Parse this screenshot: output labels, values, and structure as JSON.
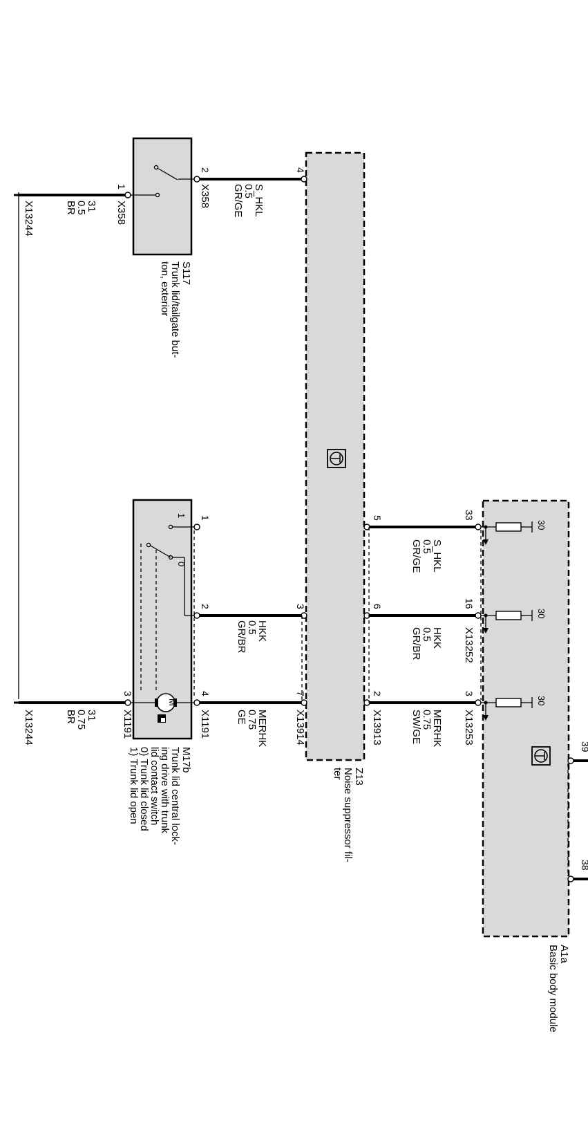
{
  "components": {
    "s117": {
      "id": "S117",
      "desc1": "Trunk lid/tailgate but-",
      "desc2": "ton, exterior"
    },
    "z13": {
      "id": "Z13",
      "desc1": "Noise suppressor fil-",
      "desc2": "ter"
    },
    "m17b": {
      "id": "M17b",
      "desc1": "Trunk lid central lock-",
      "desc2": "ing drive with trunk",
      "desc3": "lid contact switch",
      "desc4": "0) Trunk lid closed",
      "desc5": "1) Trunk lid open",
      "motor_symbol": "M",
      "switch_pos_0": "0",
      "switch_pos_1": "1"
    },
    "a1a": {
      "id": "A1a",
      "desc": "Basic body module",
      "pullup_label": "30"
    }
  },
  "connectors": {
    "x358": "X358",
    "x13244": "X13244",
    "x1191": "X1191",
    "x13914": "X13914",
    "x13913": "X13913",
    "x13252": "X13252",
    "x13253": "X13253"
  },
  "pins": {
    "s117_1": "1",
    "s117_2": "2",
    "z13_4": "4",
    "z13_3": "3",
    "z13_7": "7",
    "z13_5": "5",
    "z13_6": "6",
    "z13_2": "2",
    "m17b_1": "1",
    "m17b_2": "2",
    "m17b_4": "4",
    "m17b_3": "3",
    "a1a_33": "33",
    "a1a_16": "16",
    "a1a_3": "3",
    "a1a_39": "39",
    "a1a_38": "38"
  },
  "wires": {
    "ground_s117": {
      "signal": "31",
      "size": "0.5",
      "color": "BR"
    },
    "s117_z13": {
      "signal": "S_HKL",
      "size": "0.5",
      "color": "GR/GE"
    },
    "m17b_z13_hkk": {
      "signal": "HKK",
      "size": "0.5",
      "color": "GR/BR"
    },
    "m17b_z13_merhk": {
      "signal": "MERHK",
      "size": "0.75",
      "color": "GE"
    },
    "ground_m17b": {
      "signal": "31",
      "size": "0.75",
      "color": "BR"
    },
    "z13_a1a_shkl": {
      "signal": "S_HKL",
      "size": "0.5",
      "color": "GR/GE"
    },
    "z13_a1a_hkk": {
      "signal": "HKK",
      "size": "0.5",
      "color": "GR/BR"
    },
    "z13_a1a_merhk": {
      "signal": "MERHK",
      "size": "0.75",
      "color": "SW/GE"
    }
  }
}
